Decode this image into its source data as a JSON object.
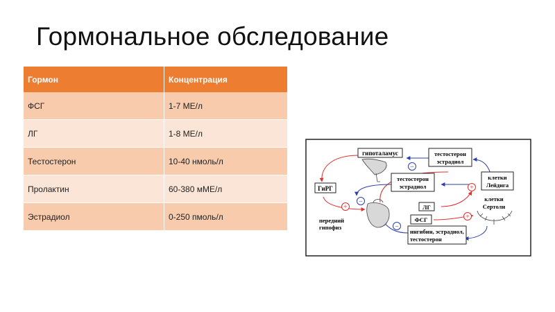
{
  "slide": {
    "title": "Гормональное обследование"
  },
  "table": {
    "headers": [
      "Гормон",
      "Концентрация"
    ],
    "rows": [
      [
        "ФСГ",
        "1-7 МЕ/л"
      ],
      [
        "ЛГ",
        "1-8 МЕ/л"
      ],
      [
        "Тестостерон",
        "10-40 нмоль/л"
      ],
      [
        "Пролактин",
        "60-380 мМЕ/л"
      ],
      [
        "Эстрадиол",
        "0-250 пмоль/л"
      ]
    ]
  },
  "diagram": {
    "hypothalamus": "гипоталамус",
    "gnrh": "ГиРГ",
    "pituitary_line1": "передний",
    "pituitary_line2": "гипофиз",
    "box_top_line1": "тестостерон",
    "box_top_line2": "эстрадиол",
    "box_mid_line1": "тестостерон",
    "box_mid_line2": "эстрадиол",
    "lh": "ЛГ",
    "fsh": "ФСГ",
    "box_bottom_line1": "ингибин, эстрадиол,",
    "box_bottom_line2": "тестостерон",
    "leydig_line1": "клетки",
    "leydig_line2": "Лейдига",
    "sertoli_line1": "клетки",
    "sertoli_line2": "Сертоли",
    "minus": "−",
    "plus": "+",
    "colors": {
      "red_arrow": "#e03030",
      "blue_arrow": "#2c3fa8",
      "frame": "#222222"
    }
  }
}
